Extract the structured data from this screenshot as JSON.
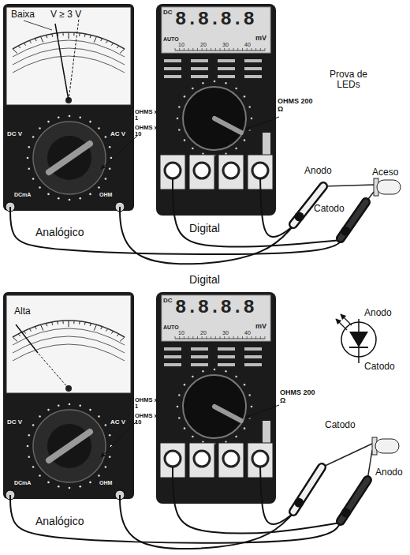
{
  "diagram": {
    "title": "Prova de LEDs",
    "nodes": [
      {
        "text": [
          "Analógico"
        ]
      },
      {
        "text": [
          "Digital"
        ]
      },
      {
        "text": [
          "Digital"
        ]
      },
      {
        "text": [
          "Analógico"
        ]
      }
    ],
    "labels": [
      "Baixa",
      "V ≥ 3 V",
      "DC",
      "8.8.8.8",
      "mV",
      "AUTO",
      "10",
      "20",
      "30",
      "40",
      "DC V",
      "AC V",
      "DCmA",
      "OHM",
      "OHMS x 1",
      "OHMS x 10",
      "OHMS 200 Ω",
      "Anodo",
      "Catodo",
      "Aceso",
      "Alta",
      "DC",
      "8.8.8.8",
      "mV",
      "AUTO",
      "10",
      "20",
      "30",
      "40",
      "DC V",
      "AC V",
      "DCmA",
      "OHM",
      "OHMS x 1",
      "OHMS x 10",
      "OHMS 200 Ω",
      "Anodo",
      "Catodo",
      "Catodo",
      "Anodo"
    ]
  }
}
